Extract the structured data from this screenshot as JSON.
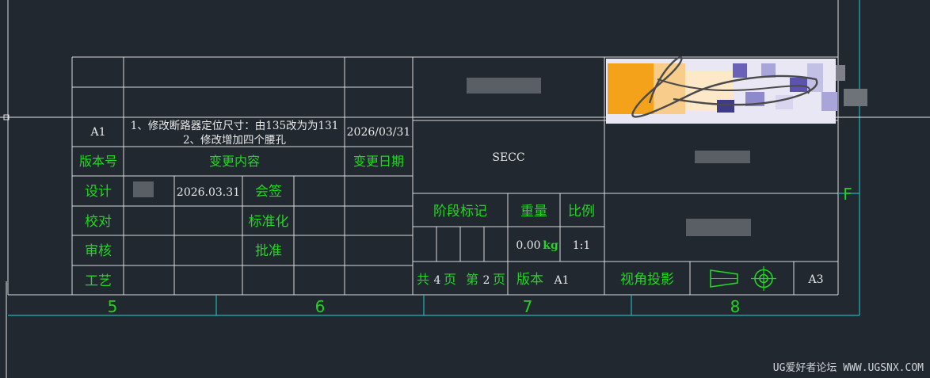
{
  "revision": {
    "code": "A1",
    "change_line1": "1、修改断路器定位尺寸：由135改为为131",
    "change_line2": "2、修改增加四个腰孔",
    "date": "2026/03/31"
  },
  "headers": {
    "version_no": "版本号",
    "change_content": "变更内容",
    "change_date": "变更日期"
  },
  "roles": {
    "design": "设计",
    "check": "校对",
    "review": "审核",
    "process": "工艺",
    "countersign": "会签",
    "standard": "标准化",
    "approve": "批准"
  },
  "design_date": "2026.03.31",
  "material": "SECC",
  "stage_mark": "阶段标记",
  "weight_label": "重量",
  "scale_label": "比例",
  "weight_value": "0.00",
  "weight_unit": "kg",
  "scale_value": "1:1",
  "pages": {
    "total_prefix": "共",
    "total": "4",
    "total_suffix": "页",
    "current_prefix": "第",
    "current": "2",
    "current_suffix": "页"
  },
  "version": {
    "label": "版本",
    "value": "A1"
  },
  "view_projection": "视角投影",
  "sheet_size": "A3",
  "zone_row": "F",
  "zones": [
    "5",
    "6",
    "7",
    "8"
  ],
  "footer": "UG爱好者论坛 WWW.UGSNX.COM",
  "colors": {
    "background": "#212830",
    "line": "#d9d9d9",
    "label_green": "#22d622",
    "border_cyan": "#1fb4b4"
  },
  "icons": [
    "first-angle-projection-symbol-icon",
    "signature-icon"
  ]
}
